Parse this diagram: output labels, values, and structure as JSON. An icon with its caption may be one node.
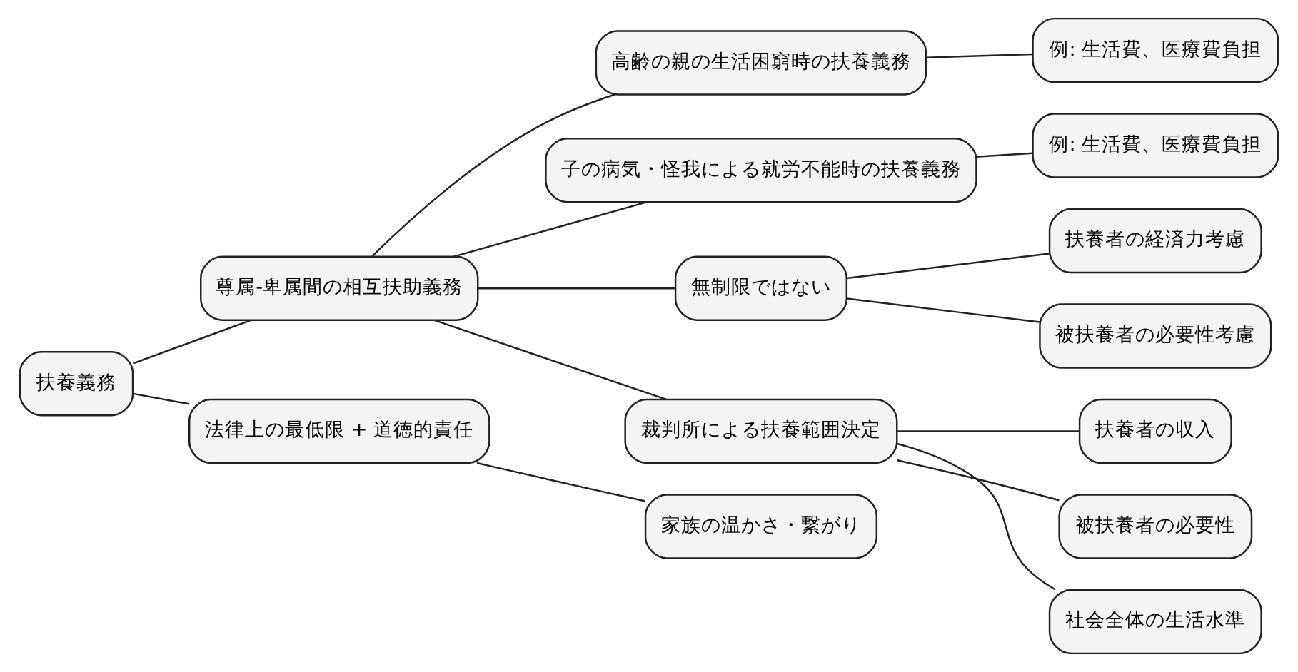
{
  "diagram": {
    "nodes": [
      {
        "text": [
          "扶養義務"
        ]
      },
      {
        "text": [
          "尊属-卑属間の相互扶助義務"
        ]
      },
      {
        "text": [
          "高齢の親の生活困窮時の扶養義務"
        ]
      },
      {
        "text": [
          "例: 生活費、医療費負担"
        ]
      },
      {
        "text": [
          "子の病気・怪我による就労不能時の扶養義務"
        ]
      },
      {
        "text": [
          "例: 生活費、医療費負担"
        ]
      },
      {
        "text": [
          "無制限ではない"
        ]
      },
      {
        "text": [
          "扶養者の経済力考慮"
        ]
      },
      {
        "text": [
          "被扶養者の必要性考慮"
        ]
      },
      {
        "text": [
          "裁判所による扶養範囲決定"
        ]
      },
      {
        "text": [
          "扶養者の収入"
        ]
      },
      {
        "text": [
          "被扶養者の必要性"
        ]
      },
      {
        "text": [
          "社会全体の生活水準"
        ]
      },
      {
        "text": [
          "法律上の最低限 + 道徳的責任"
        ]
      },
      {
        "text": [
          "家族の温かさ・繋がり"
        ]
      }
    ],
    "edges": [
      {
        "from": 0,
        "to": 1,
        "arrow": "none"
      },
      {
        "from": 1,
        "to": 2,
        "arrow": "none"
      },
      {
        "from": 2,
        "to": 3,
        "arrow": "none"
      },
      {
        "from": 1,
        "to": 4,
        "arrow": "none"
      },
      {
        "from": 4,
        "to": 5,
        "arrow": "none"
      },
      {
        "from": 1,
        "to": 6,
        "arrow": "none"
      },
      {
        "from": 6,
        "to": 7,
        "arrow": "none"
      },
      {
        "from": 6,
        "to": 8,
        "arrow": "none"
      },
      {
        "from": 1,
        "to": 9,
        "arrow": "none"
      },
      {
        "from": 9,
        "to": 10,
        "arrow": "none"
      },
      {
        "from": 9,
        "to": 11,
        "arrow": "none"
      },
      {
        "from": 9,
        "to": 12,
        "arrow": "none"
      },
      {
        "from": 0,
        "to": 13,
        "arrow": "none"
      },
      {
        "from": 13,
        "to": 14,
        "arrow": "none"
      }
    ]
  }
}
